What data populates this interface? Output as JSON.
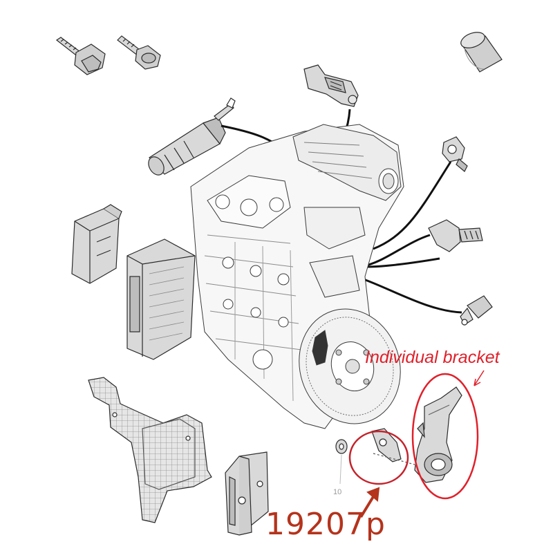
{
  "annotations": {
    "bracket_label": "Individual bracket",
    "part_number": "19207p",
    "callout_number": "10"
  },
  "colors": {
    "annotation_red": "#e0202a",
    "part_number_red": "#b5331c",
    "line_art": "#2a2a2a",
    "part_fill": "#d9d9d9",
    "part_shade": "#bdbdbd"
  }
}
